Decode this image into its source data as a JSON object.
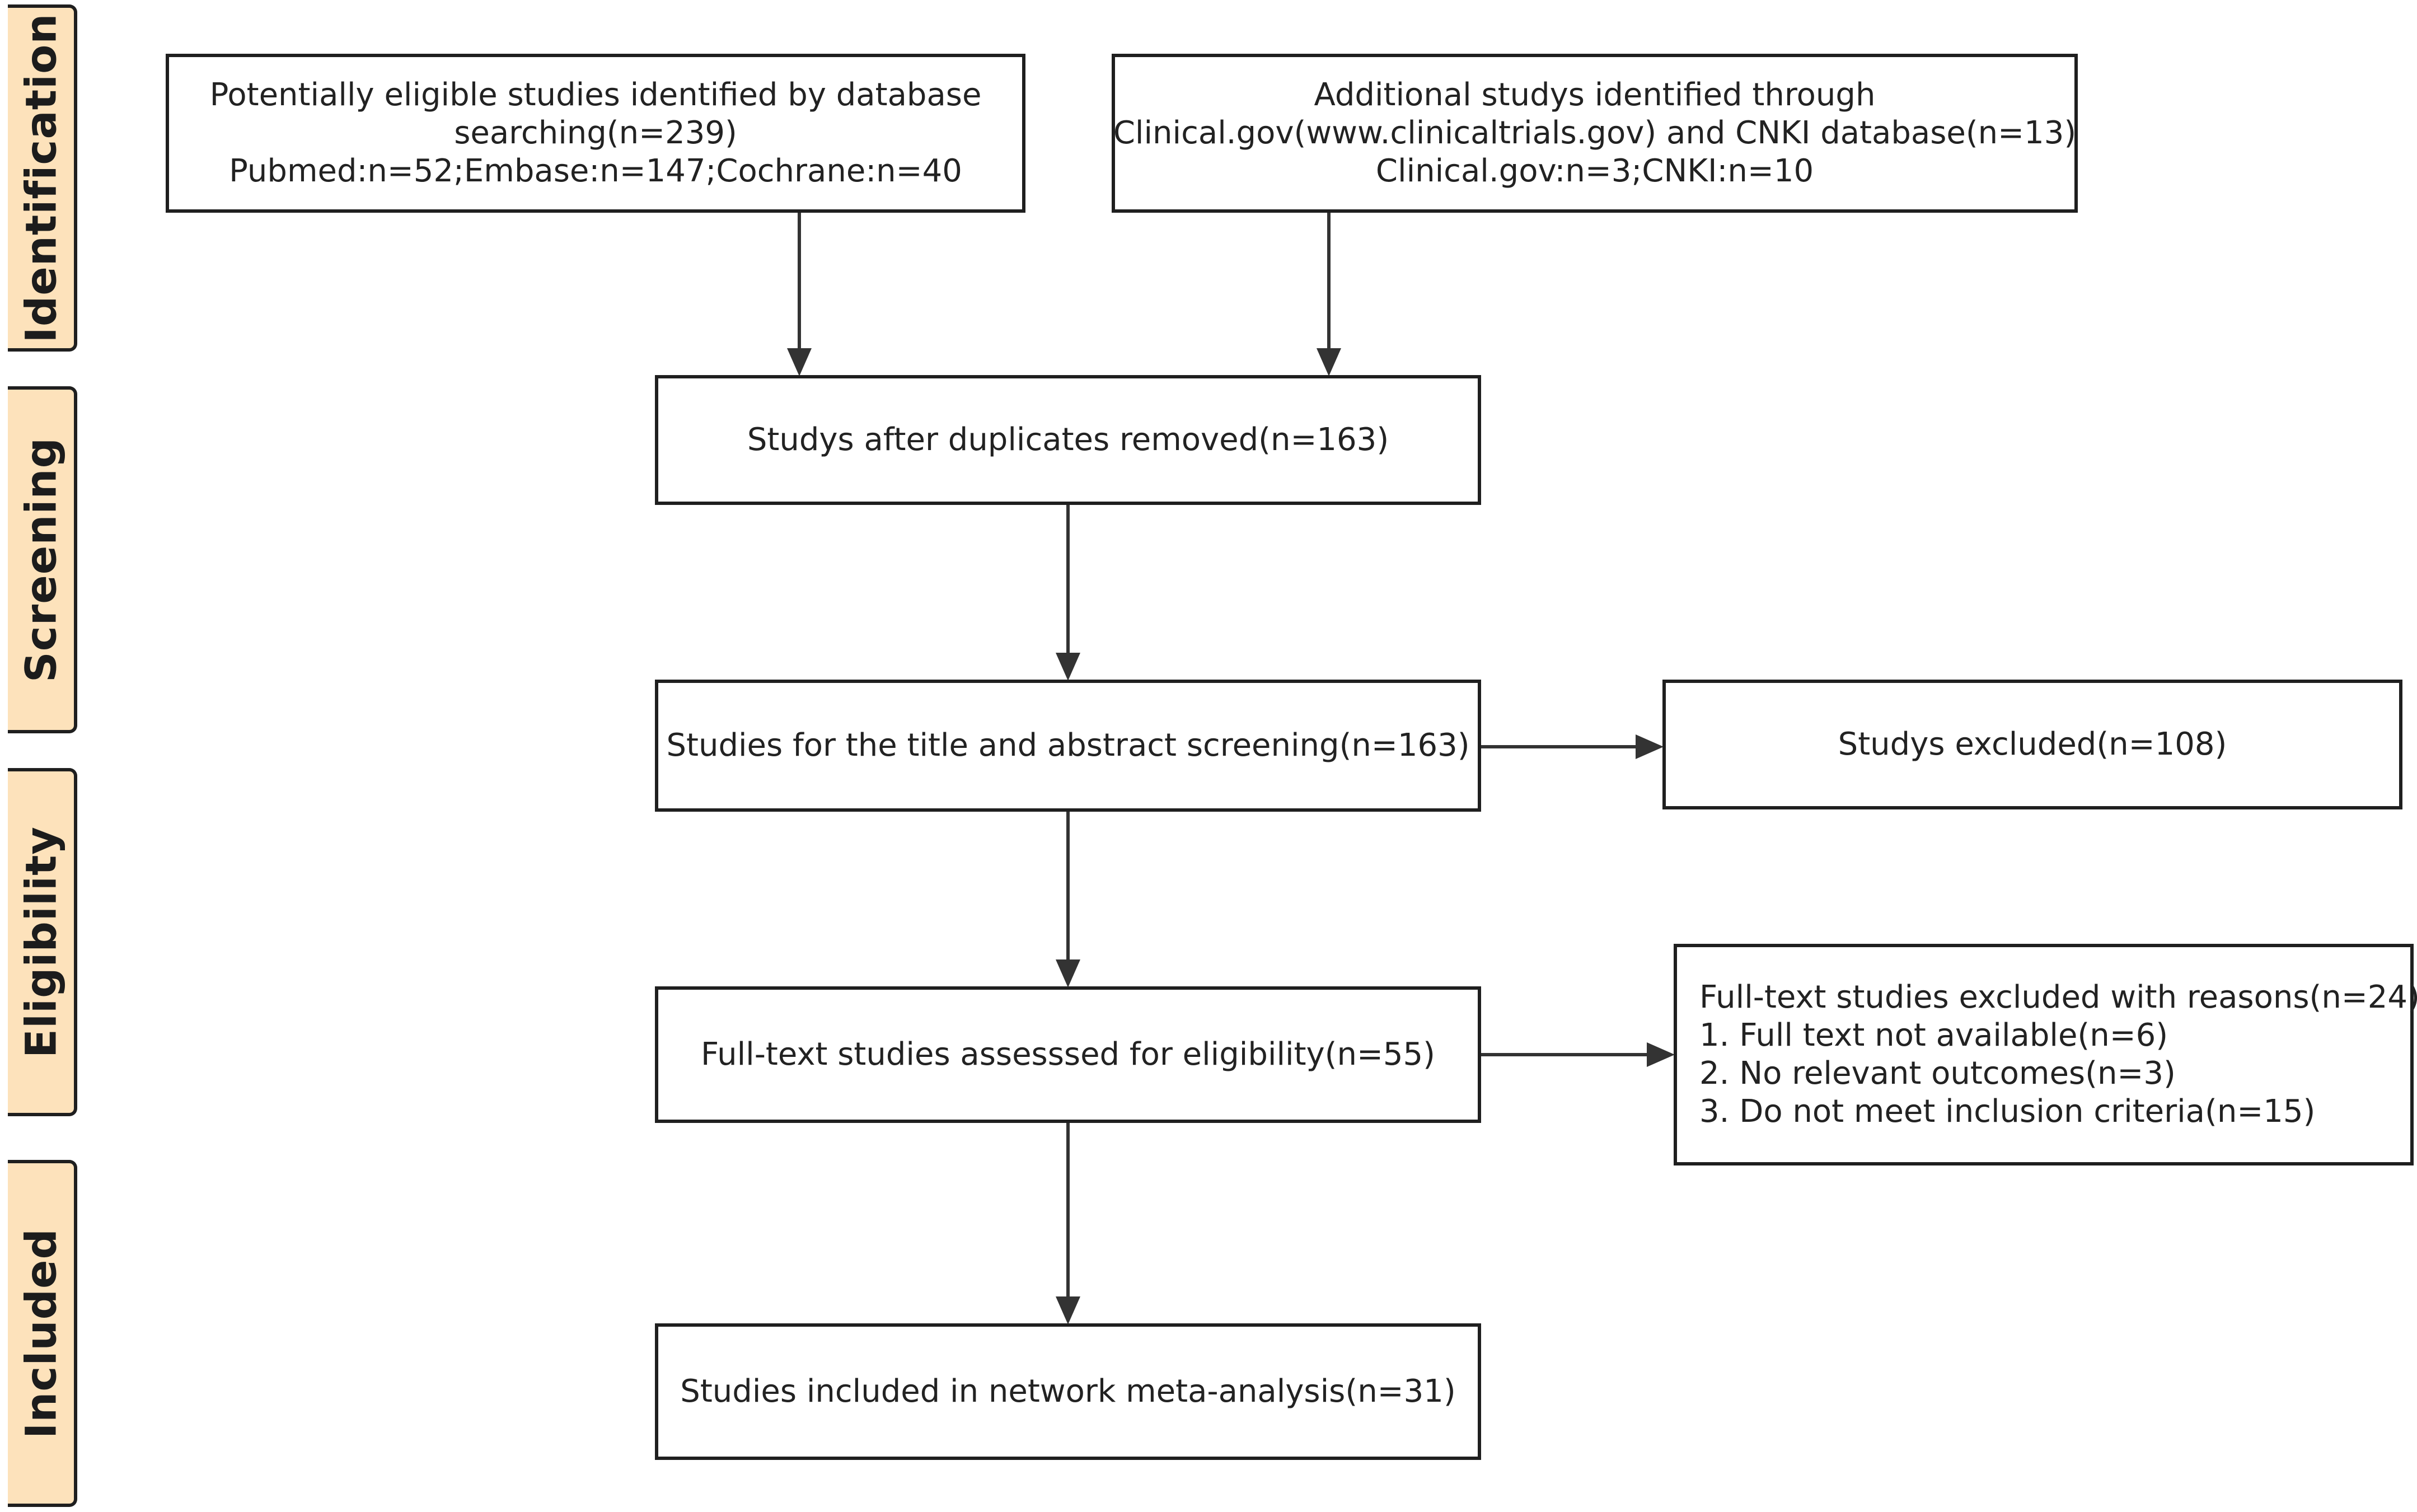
{
  "stages": {
    "identification": "Identification",
    "screening": "Screening",
    "eligibility": "Eligibility",
    "included": "Included"
  },
  "boxes": {
    "database": {
      "lines": [
        "Potentially eligible studies identified by database",
        "searching(n=239)",
        "Pubmed:n=52;Embase:n=147;Cochrane:n=40"
      ]
    },
    "additional": {
      "lines": [
        "Additional studys identified through",
        "Clinical.gov(www.clinicaltrials.gov) and CNKI database(n=13)",
        "Clinical.gov:n=3;CNKI:n=10"
      ]
    },
    "duplicates": {
      "text": "Studys after duplicates removed(n=163)"
    },
    "screening": {
      "text": "Studies for the title and abstract screening(n=163)"
    },
    "excluded": {
      "text": "Studys excluded(n=108)"
    },
    "fulltext": {
      "text": "Full-text studies assesssed for eligibility(n=55)"
    },
    "reasons": {
      "lines": [
        "Full-text studies excluded with reasons(n=24)",
        "1. Full text not available(n=6)",
        "2. No relevant outcomes(n=3)",
        "3. Do not meet inclusion criteria(n=15)"
      ]
    },
    "included": {
      "text": "Studies included in network meta-analysis(n=31)"
    }
  },
  "colors": {
    "stage_fill": "#fde2bb",
    "stroke": "#1f1f1f",
    "text": "#222222"
  }
}
